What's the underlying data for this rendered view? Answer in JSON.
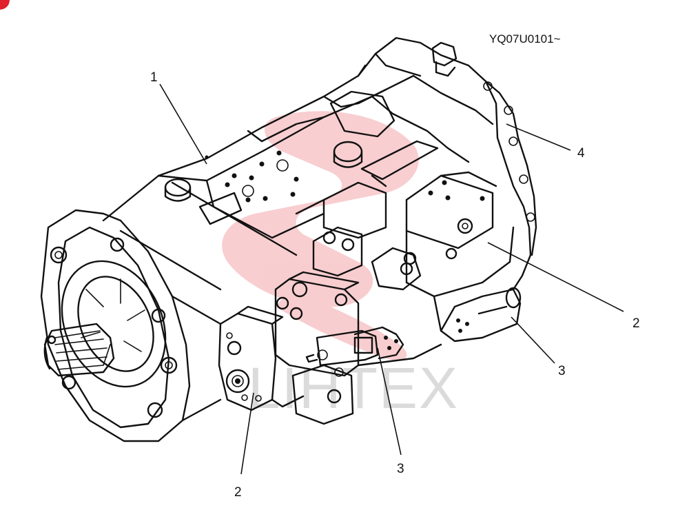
{
  "drawing_code": "YQ07U0101~",
  "watermark_text": "LIHTEX",
  "callouts": [
    {
      "id": "c1",
      "label": "1"
    },
    {
      "id": "c2a",
      "label": "2"
    },
    {
      "id": "c2b",
      "label": "2"
    },
    {
      "id": "c3a",
      "label": "3"
    },
    {
      "id": "c3b",
      "label": "3"
    },
    {
      "id": "c4",
      "label": "4"
    }
  ],
  "colors": {
    "ink": "#111111",
    "watermark": "#e8a0a0",
    "corner_mark": "#e0202a"
  }
}
